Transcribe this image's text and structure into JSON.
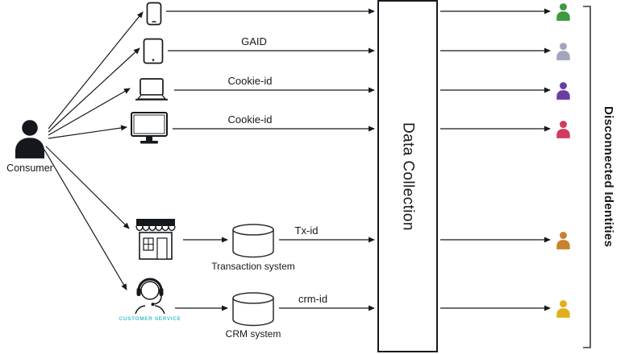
{
  "consumer": {
    "label": "Consumer",
    "color": "#14171c"
  },
  "rows": [
    {
      "device": "smartphone",
      "id_label": ""
    },
    {
      "device": "tablet",
      "id_label": "GAID"
    },
    {
      "device": "laptop",
      "id_label": "Cookie-id"
    },
    {
      "device": "desktop-monitor",
      "id_label": "Cookie-id"
    },
    {
      "device": "retail-store",
      "id_label": "Tx-id",
      "system_label": "Transaction system"
    },
    {
      "device": "customer-service",
      "id_label": "crm-id",
      "system_label": "CRM system",
      "device_caption": "CUSTOMER SERVICE",
      "device_caption_color": "#3fc1d4"
    }
  ],
  "collector": {
    "label": "Data Collection"
  },
  "identities": {
    "bracket_label": "Disconnected Identities",
    "persons": [
      {
        "name": "identity-green",
        "color": "#3e9a41"
      },
      {
        "name": "identity-gray",
        "color": "#a3a4bd"
      },
      {
        "name": "identity-purple",
        "color": "#6b3ba6"
      },
      {
        "name": "identity-red",
        "color": "#d23a5f"
      },
      {
        "name": "identity-orange",
        "color": "#c8812f"
      },
      {
        "name": "identity-yellow",
        "color": "#dfb019"
      }
    ]
  }
}
